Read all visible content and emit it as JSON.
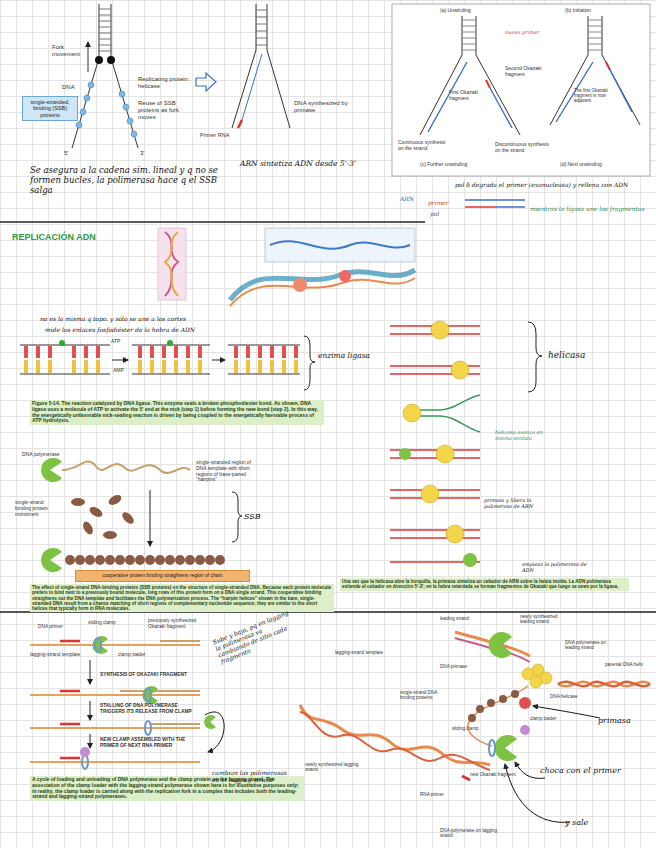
{
  "diagram": {
    "title": "REPLICACIÓN ADN",
    "nodes": [
      {
        "text": [
          "single-stranded, binding (SSB) proteins"
        ]
      },
      {
        "text": [
          "cooperative protein binding straightens region of chain"
        ]
      }
    ],
    "labels": [
      "Fork movement",
      "DNA",
      "Replicating protein: helicase",
      "Reuse of SSB proteins as fork moves",
      "5'",
      "3'",
      "Se asegura a la cadena sim. lineal y q no se formen bucles, la polimerasa hace q el SSB salga",
      "DNA synthesized by primase",
      "Primer RNA",
      "ARN sintetiza ADN desde 5'-3'",
      "(a) Unwinding",
      "(b) Initiation",
      "nuevo primer",
      "Second Okazaki fragment",
      "First Okazaki fragment",
      "The first Okazaki fragment is now adjacent",
      "Continuous synthesis on the strand",
      "Discontinuous synthesis on the strand",
      "(c) Further unwinding",
      "(d) Next unwinding",
      "pol δ degrada el primer (exonucleasa) y rellena con ADN",
      "ARN",
      "primer",
      "pol",
      "mientras la ligasa une los fragmentos",
      "no es la misma q topo. y sólo se une a los cortes",
      "mide los enlaces fosfodiéster de la hebra de ADN",
      "ATP",
      "AMP",
      "enzima ligasa",
      "Figure 5-14. The reaction catalyzed by DNA ligase. This enzyme seals a broken phosphodiester bond. As shown, DNA ligase uses a molecule of ATP to activate the 5' end at the nick (step 1) before forming the new bond (step 2). In this way, the energetically unfavorable nick-sealing reaction is driven by being coupled to the energetically favorable process of ATP hydrolysis.",
      "DNA polymerase",
      "single-stranded region of DNA template with short regions of base-paired “hairpins”",
      "single-strand binding protein monomers",
      "SSB",
      "The effect of single-strand DNA-binding proteins (SSB proteins) on the structure of single-stranded DNA. Because each protein molecule prefers to bind next to a previously bound molecule, long rows of this protein form on a DNA single strand. This cooperative binding straightens out the DNA template and facilitates the DNA polymerization process. The “hairpin helices” shown in the bare, single-stranded DNA result from a chance matching of short regions of complementary nucleotide sequence; they are similar to the short helices that typically form in RNA molecules.",
      "helicasa",
      "helicasa avanza en mismo sentido",
      "primasa y libera la polimerasa de ARN",
      "empieza la polimerasa de ADN",
      "Una vez que la helicasa abre la horquilla, la primasa sintetiza un cebador de ARN sobre la hebra molde. La ADN polimerasa extiende el cebador en dirección 5'-3'; en la hebra retardada se forman fragmentos de Okazaki que luego se unen por la ligasa.",
      "DNA primer",
      "sliding clamp",
      "previously synthesized Okazaki fragment",
      "lagging-strand template",
      "clamp loader",
      "SYNTHESIS OF OKAZAKI FRAGMENT",
      "STALLING OF DNA POLYMERASE TRIGGERS ITS RELEASE FROM CLAMP",
      "NEW CLAMP ASSEMBLED WITH THE PRIMER OF NEXT RNA PRIMER",
      "A cycle of loading and unloading of DNA polymerase and the clamp protein on the lagging strand. The association of the clamp loader with the lagging-strand polymerase shown here is for illustrative purposes only; in reality, the clamp loader is carried along with the replication fork in a complex that includes both the leading-strand and lagging-strand polymerases.",
      "Sube y baja, pq en lagging la polimerasa va cambiando de sitio cada fragmento",
      "cambian las polimerasas en el lagging strand",
      "leading strand",
      "newly synthesized leading strand",
      "DNA polymerase on leading strand",
      "parental DNA helix",
      "DNA helicase",
      "DNA primase",
      "lagging-strand template",
      "single-strand DNA binding proteins",
      "clamp loader",
      "sliding clamp",
      "new Okazaki fragment",
      "RNA primer",
      "newly synthesized lagging strand",
      "DNA polymerase on lagging strand",
      "primasa",
      "choca con el primer",
      "y sale"
    ]
  }
}
